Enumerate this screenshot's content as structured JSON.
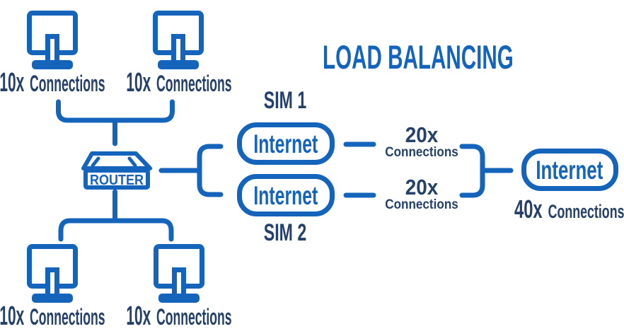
{
  "title": "LOAD BALANCING",
  "colors": {
    "primary_blue": "#1564BC",
    "navy": "#254069",
    "background": "#FFFFFF"
  },
  "icons": {
    "client": "monitor-icon",
    "router": "router-icon"
  },
  "router": {
    "label": "ROUTER"
  },
  "client_groups": {
    "top": [
      {
        "count": "10x",
        "label": "Connections"
      },
      {
        "count": "10x",
        "label": "Connections"
      }
    ],
    "bottom": [
      {
        "count": "10x",
        "label": "Connections"
      },
      {
        "count": "10x",
        "label": "Connections"
      }
    ]
  },
  "sims": [
    {
      "name": "SIM 1",
      "node_label": "Internet",
      "connections": {
        "count": "20x",
        "label": "Connections"
      }
    },
    {
      "name": "SIM 2",
      "node_label": "Internet",
      "connections": {
        "count": "20x",
        "label": "Connections"
      }
    }
  ],
  "aggregate": {
    "node_label": "Internet",
    "connections": {
      "count": "40x",
      "label": "Connections"
    }
  }
}
